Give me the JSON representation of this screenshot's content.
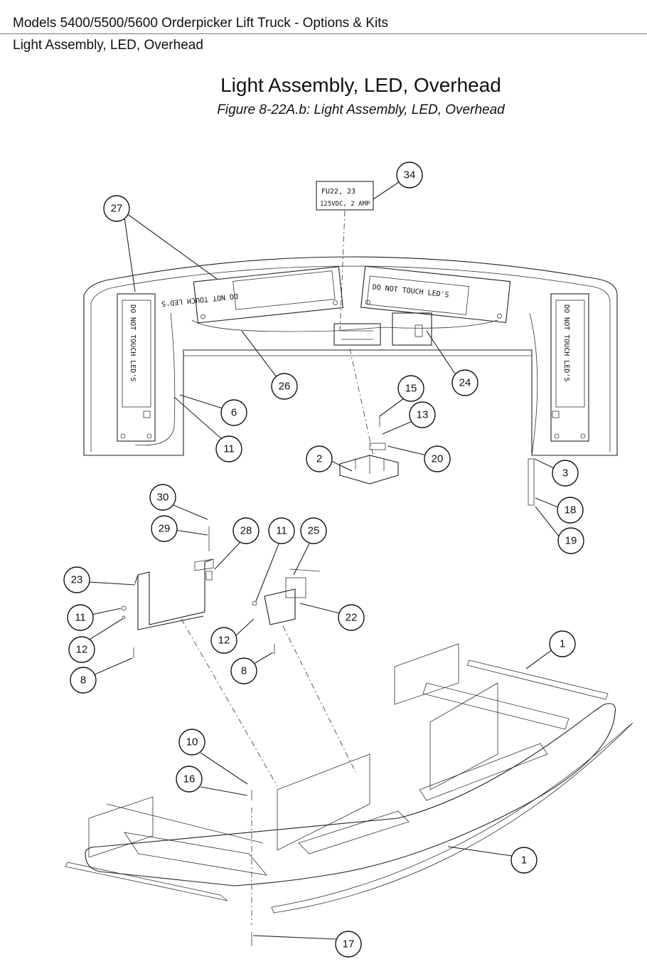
{
  "header": {
    "doc_title": "Models 5400/5500/5600 Orderpicker Lift Truck - Options & Kits",
    "section": "Light Assembly, LED, Overhead"
  },
  "figure": {
    "title": "Light Assembly, LED, Overhead",
    "caption": "Figure 8-22A.b: Light Assembly, LED, Overhead"
  },
  "decal": {
    "line1": "FU22, 23",
    "line2": "125VDC, 2 AMP"
  },
  "panel_text": "DO NOT TOUCH LED'S",
  "callouts": [
    "34",
    "27",
    "26",
    "24",
    "15",
    "13",
    "6",
    "11",
    "2",
    "20",
    "3",
    "18",
    "19",
    "30",
    "29",
    "28",
    "11",
    "25",
    "23",
    "11",
    "22",
    "12",
    "12",
    "8",
    "8",
    "1",
    "10",
    "16",
    "1",
    "17"
  ]
}
